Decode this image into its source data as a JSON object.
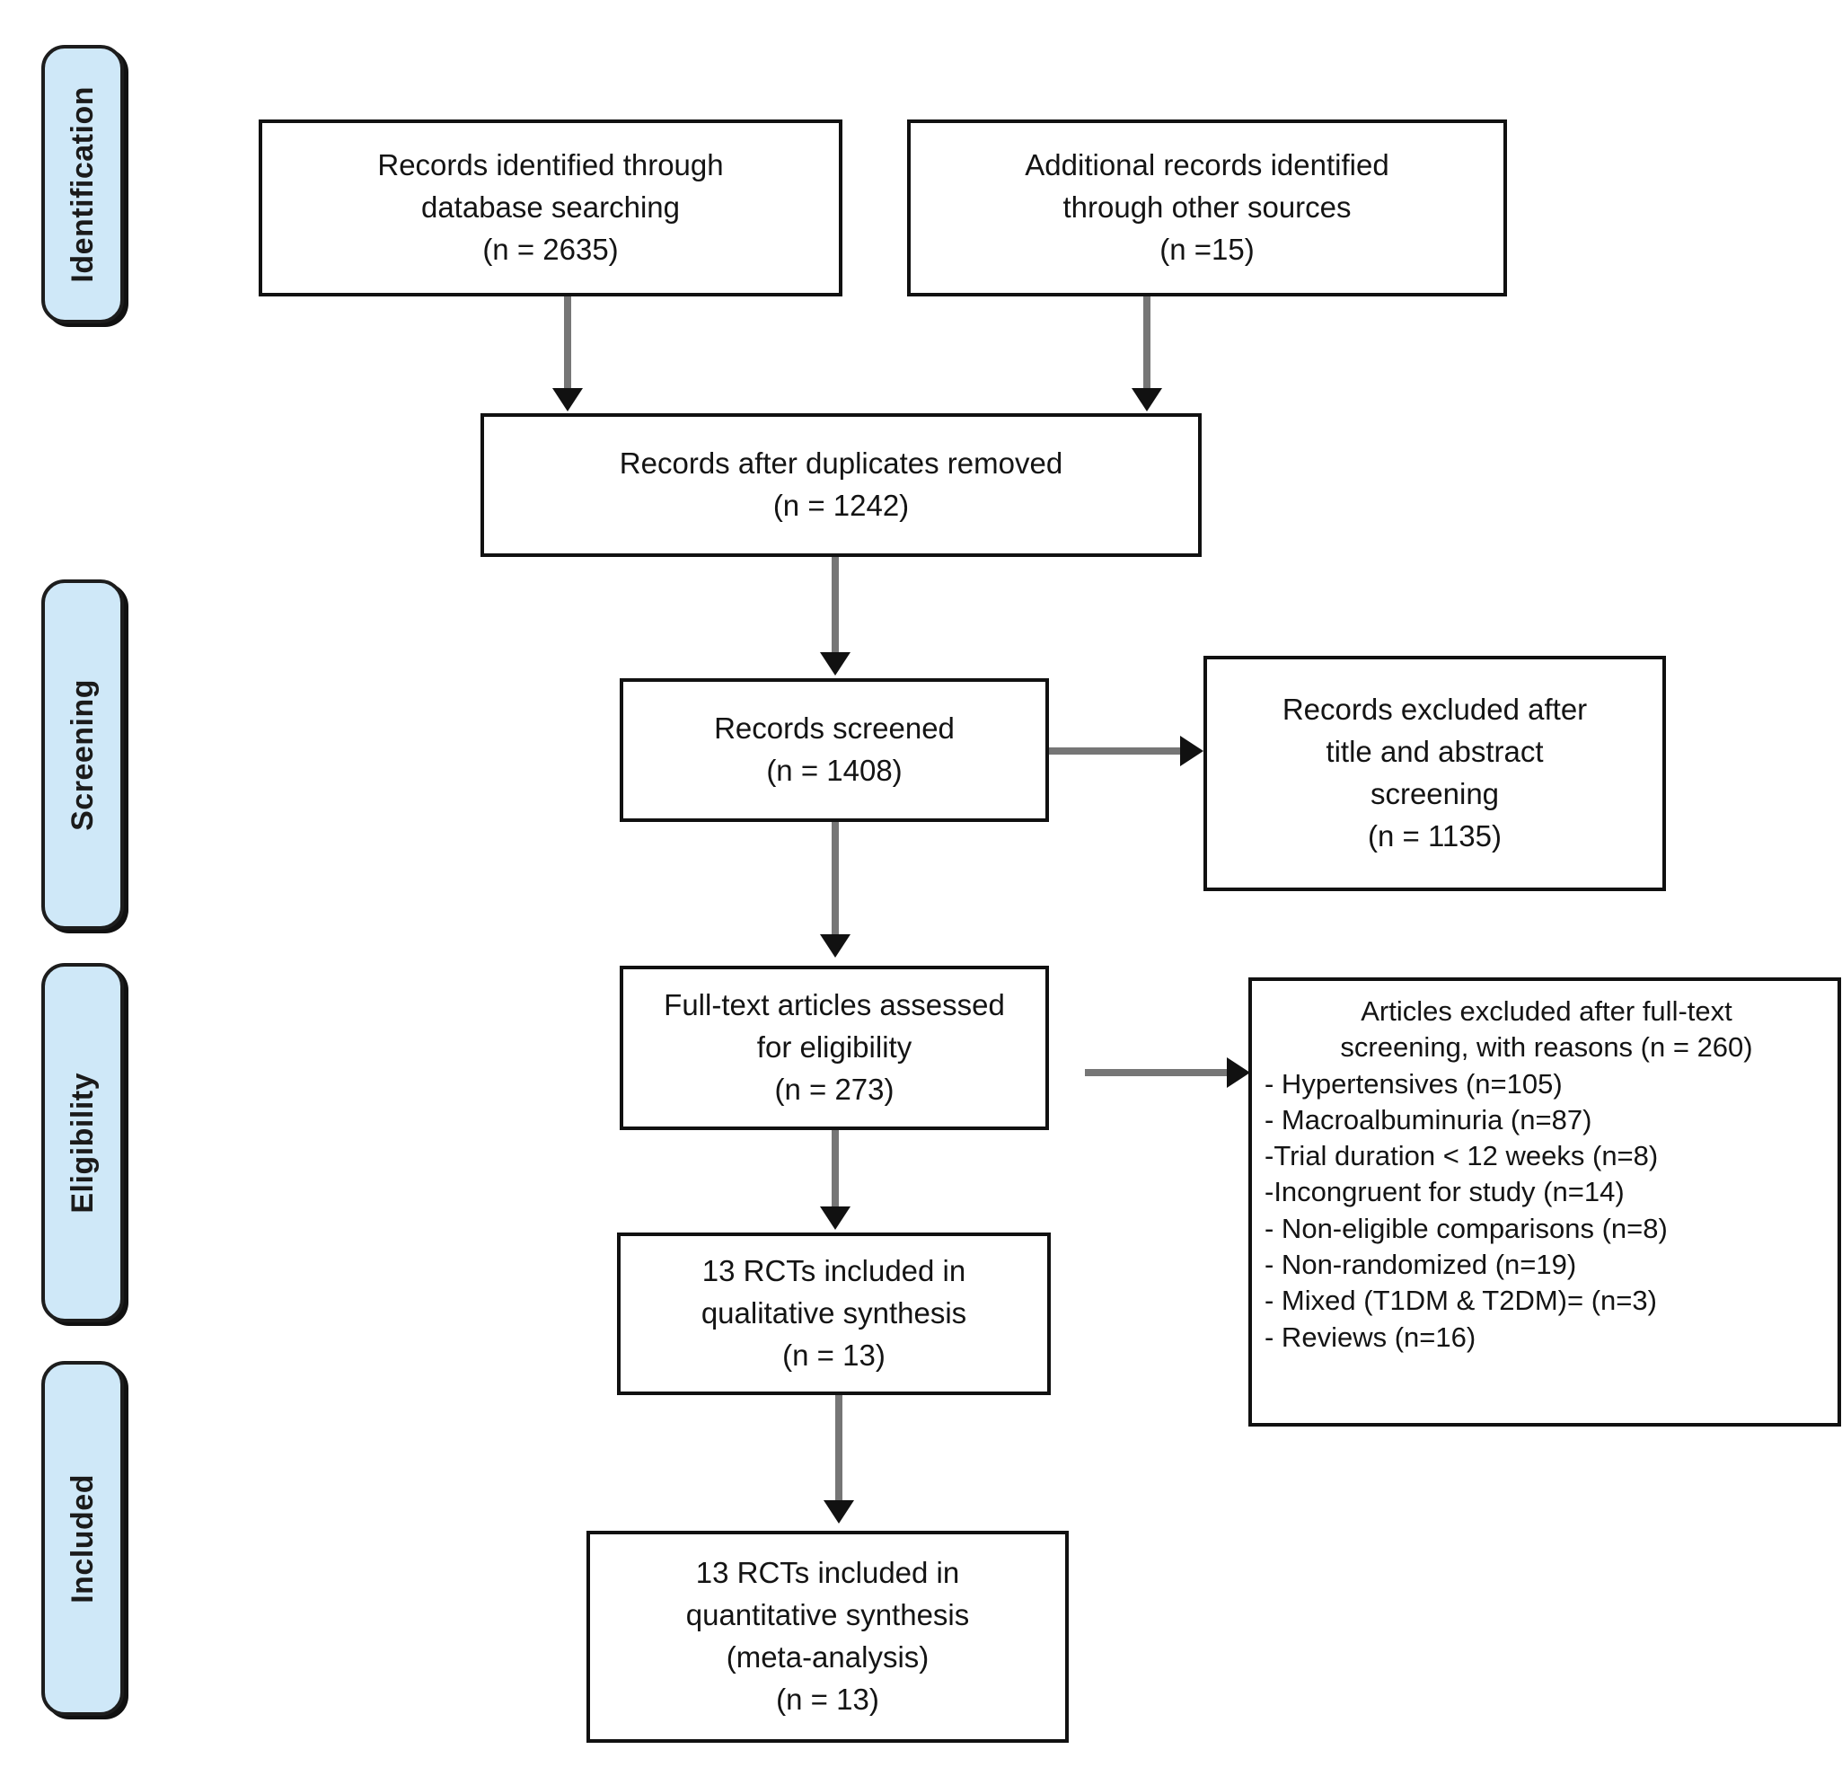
{
  "diagram": {
    "type": "PRISMA flow diagram",
    "stages": [
      {
        "id": "identification",
        "label": "Identification"
      },
      {
        "id": "screening",
        "label": "Screening"
      },
      {
        "id": "eligibility",
        "label": "Eligibility"
      },
      {
        "id": "included",
        "label": "Included"
      }
    ],
    "boxes": {
      "database_search": {
        "lines": [
          "Records identified through",
          "database searching",
          "(n = 2635)"
        ],
        "n": 2635
      },
      "other_sources": {
        "lines": [
          "Additional records identified",
          "through other sources",
          "(n =15)"
        ],
        "n": 15
      },
      "duplicates_removed": {
        "lines": [
          "Records after duplicates removed",
          "(n = 1242)"
        ],
        "n": 1242
      },
      "records_screened": {
        "lines": [
          "Records  screened",
          "(n = 1408)"
        ],
        "n": 1408
      },
      "records_excluded": {
        "lines": [
          "Records excluded after",
          "title and abstract",
          "screening",
          "(n = 1135)"
        ],
        "n": 1135
      },
      "fulltext_assessed": {
        "lines": [
          "Full-text articles assessed",
          "for eligibility",
          "(n = 273)"
        ],
        "n": 273
      },
      "qualitative_synthesis": {
        "lines": [
          "13 RCTs  included  in",
          "qualitative synthesis",
          "(n = 13)"
        ],
        "n": 13
      },
      "quantitative_synthesis": {
        "lines": [
          "13 RCTs included in",
          "quantitative synthesis",
          "(meta-analysis)",
          "(n = 13)"
        ],
        "n": 13
      },
      "articles_excluded": {
        "header_lines": [
          "Articles excluded  after  full-text",
          "screening,  with  reasons (n = 260)"
        ],
        "total_n": 260,
        "reasons": [
          {
            "text": "- Hypertensives (n=105)",
            "label": "Hypertensives",
            "n": 105
          },
          {
            "text": "- Macroalbuminuria (n=87)",
            "label": "Macroalbuminuria",
            "n": 87
          },
          {
            "text": "-Trial duration  < 12 weeks (n=8)",
            "label": "Trial duration < 12 weeks",
            "n": 8
          },
          {
            "text": "-Incongruent  for study (n=14)",
            "label": "Incongruent for study",
            "n": 14
          },
          {
            "text": "- Non-eligible  comparisons  (n=8)",
            "label": "Non-eligible comparisons",
            "n": 8
          },
          {
            "text": "- Non-randomized  (n=19)",
            "label": "Non-randomized",
            "n": 19
          },
          {
            "text": "- Mixed (T1DM  & T2DM)= (n=3)",
            "label": "Mixed (T1DM & T2DM)",
            "n": 3
          },
          {
            "text": "- Reviews (n=16)",
            "label": "Reviews",
            "n": 16
          }
        ]
      }
    },
    "colors": {
      "stage_fill": "#cfe8f8",
      "stage_border": "#1d1d1d",
      "box_border": "#111111",
      "connector": "#767676",
      "arrowhead": "#111111",
      "background": "#ffffff",
      "text": "#141414"
    }
  }
}
